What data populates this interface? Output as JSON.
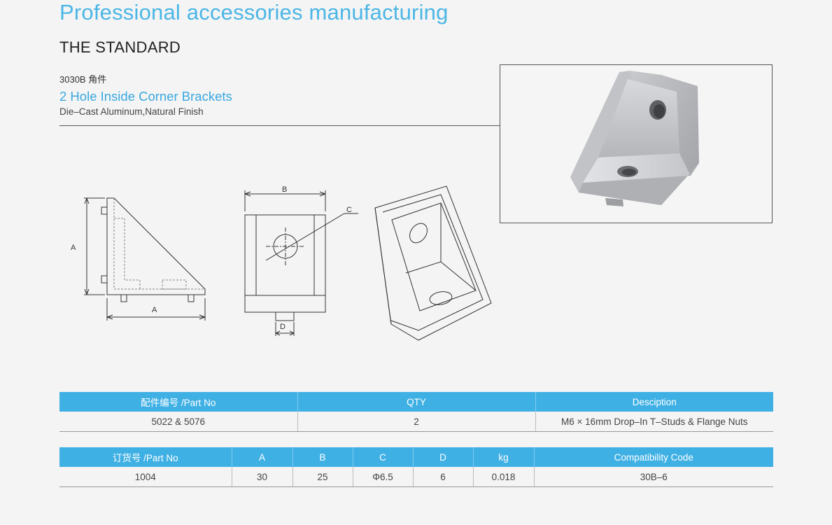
{
  "header": {
    "headline": "Professional accessories manufacturing",
    "subheading": "THE STANDARD"
  },
  "product": {
    "code": "3030B 角件",
    "title": "2 Hole Inside Corner Brackets",
    "description": "Die–Cast Aluminum,Natural Finish"
  },
  "drawing": {
    "label_a_side": "A",
    "label_a_bottom": "A",
    "label_b": "B",
    "label_c": "C",
    "label_d": "D"
  },
  "table1": {
    "headers": [
      "配件编号 /Part No",
      "QTY",
      "Desciption"
    ],
    "row": [
      "5022 & 5076",
      "2",
      "M6 × 16mm Drop–In T–Studs & Flange Nuts"
    ]
  },
  "table2": {
    "headers": [
      "订货号 /Part No",
      "A",
      "B",
      "C",
      "D",
      "kg",
      "Compatibility Code"
    ],
    "row": [
      "1004",
      "30",
      "25",
      "Φ6.5",
      "6",
      "0.018",
      "30B–6"
    ]
  },
  "colors": {
    "accent": "#4bb6e6",
    "table_header": "#3fb0e4"
  }
}
